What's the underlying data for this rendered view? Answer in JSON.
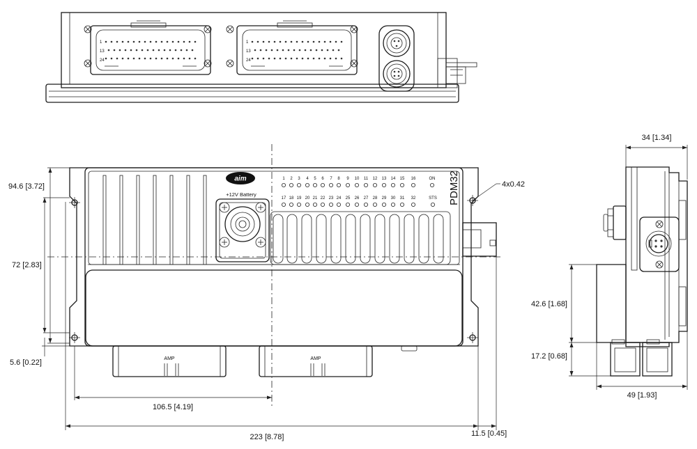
{
  "logo_text": "aim",
  "battery_label": "+12V Battery",
  "model_label": "PDM32",
  "status_on": "ON",
  "status_sts": "STS",
  "amp_label_left": "AMP",
  "amp_label_right": "AMP",
  "top_connector_pins": {
    "pin1": "1",
    "pin13": "13",
    "pin24": "24"
  },
  "led_row_top": [
    "1",
    "2",
    "3",
    "4",
    "5",
    "6",
    "7",
    "8",
    "9",
    "10",
    "11",
    "12",
    "13",
    "14",
    "15",
    "16"
  ],
  "led_row_bottom": [
    "17",
    "18",
    "19",
    "20",
    "21",
    "22",
    "23",
    "24",
    "25",
    "26",
    "27",
    "28",
    "29",
    "30",
    "31",
    "32"
  ],
  "dimensions": {
    "hole_spec": "4x0.42",
    "hole_height_top": "94.6 [3.72]",
    "center_height": "72 [2.83]",
    "hole_offset_bottom": "5.6 [0.22]",
    "half_width": "106.5 [4.19]",
    "overall_width": "223 [8.78]",
    "connector_protrusion": "11.5 [0.45]",
    "side_depth_top": "34 [1.34]",
    "side_height_mid": "42.6 [1.68]",
    "side_height_low": "17.2 [0.68]",
    "side_depth_overall": "49 [1.93]"
  }
}
